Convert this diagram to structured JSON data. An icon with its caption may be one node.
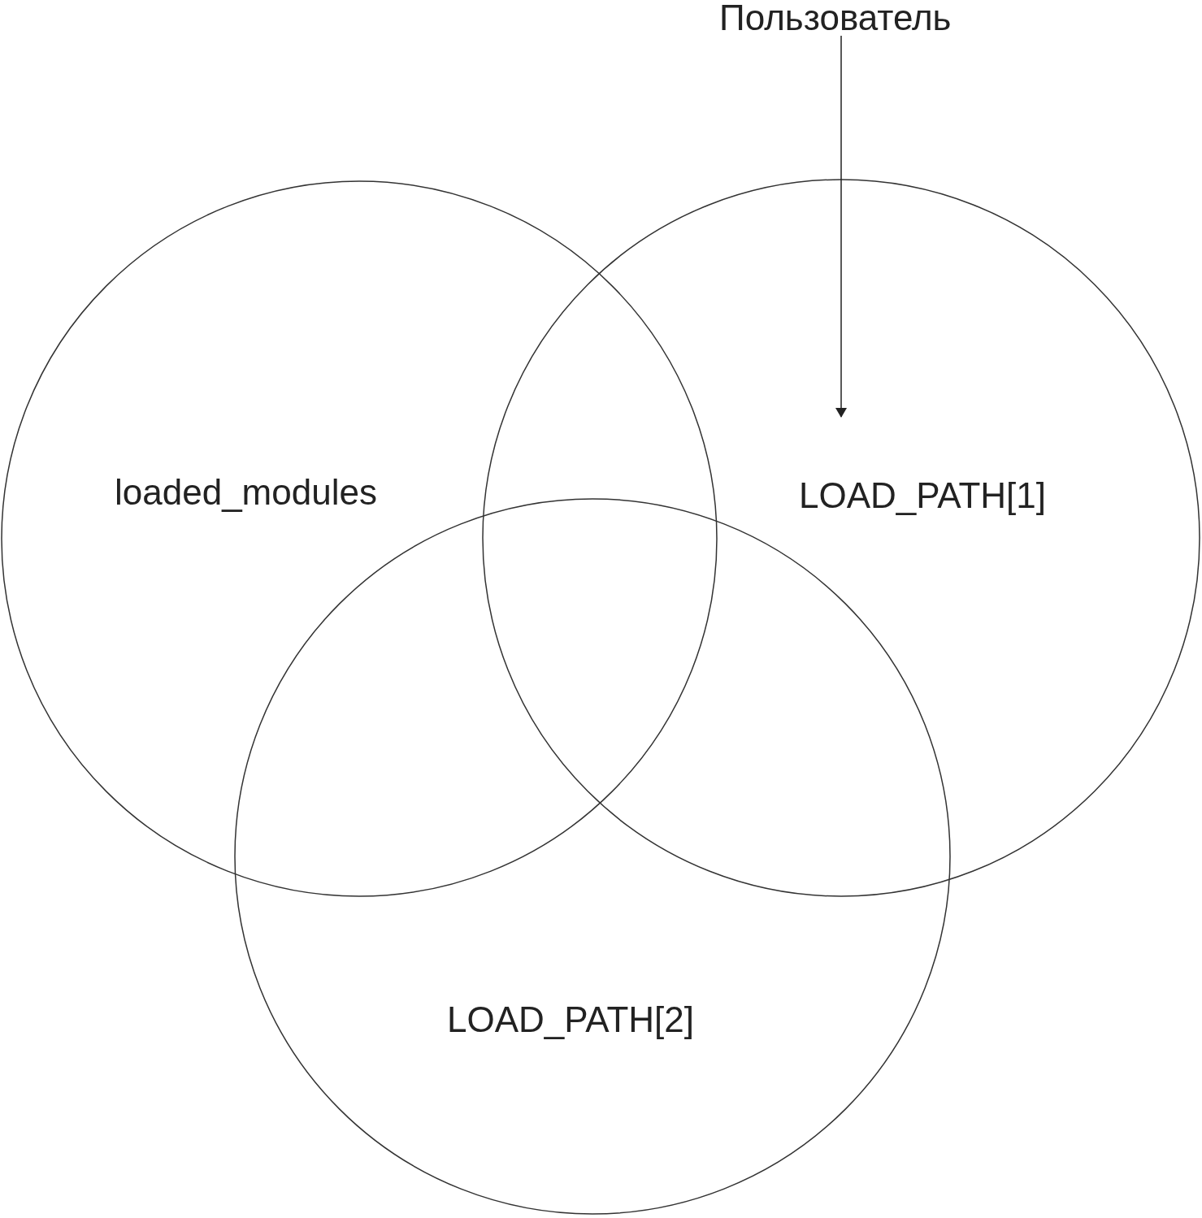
{
  "diagram": {
    "nodes": [
      {
        "text": [
          "Пользователь"
        ]
      },
      {
        "text": [
          "loaded_modules"
        ]
      },
      {
        "text": [
          "LOAD_PATH[1]"
        ]
      },
      {
        "text": [
          "LOAD_PATH[2]"
        ]
      }
    ],
    "edges": [
      {
        "from": 0,
        "to": 2,
        "arrow": "to"
      }
    ]
  }
}
